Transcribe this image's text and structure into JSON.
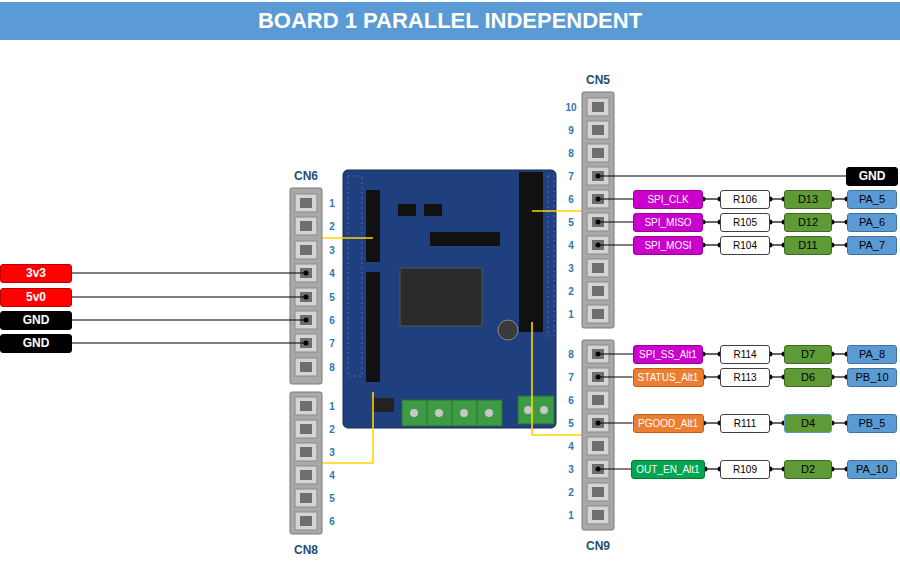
{
  "diagram": {
    "title": "BOARD 1 PARALLEL INDEPENDENT",
    "nodes": [
      {
        "text": [
          "3v3"
        ]
      },
      {
        "text": [
          "5v0"
        ]
      },
      {
        "text": [
          "GND"
        ]
      },
      {
        "text": [
          "GND"
        ]
      },
      {
        "text": [
          "GND"
        ]
      },
      {
        "text": [
          "SPI_CLK"
        ]
      },
      {
        "text": [
          "R106"
        ]
      },
      {
        "text": [
          "D13"
        ]
      },
      {
        "text": [
          "PA_5"
        ]
      },
      {
        "text": [
          "SPI_MISO"
        ]
      },
      {
        "text": [
          "R105"
        ]
      },
      {
        "text": [
          "D12"
        ]
      },
      {
        "text": [
          "PA_6"
        ]
      },
      {
        "text": [
          "SPI_MOSI"
        ]
      },
      {
        "text": [
          "R104"
        ]
      },
      {
        "text": [
          "D11"
        ]
      },
      {
        "text": [
          "PA_7"
        ]
      },
      {
        "text": [
          "SPI_SS_Alt1"
        ]
      },
      {
        "text": [
          "R114"
        ]
      },
      {
        "text": [
          "D7"
        ]
      },
      {
        "text": [
          "PA_8"
        ]
      },
      {
        "text": [
          "STATUS_Alt1"
        ]
      },
      {
        "text": [
          "R113"
        ]
      },
      {
        "text": [
          "D6"
        ]
      },
      {
        "text": [
          "PB_10"
        ]
      },
      {
        "text": [
          "PGOOD_Alt1"
        ]
      },
      {
        "text": [
          "R111"
        ]
      },
      {
        "text": [
          "D4"
        ]
      },
      {
        "text": [
          "PB_5"
        ]
      },
      {
        "text": [
          "OUT_EN_Alt1"
        ]
      },
      {
        "text": [
          "R109"
        ]
      },
      {
        "text": [
          "D2"
        ]
      },
      {
        "text": [
          "PA_10"
        ]
      }
    ],
    "edges": [
      {
        "from": 5,
        "to": 6,
        "arrow": "none"
      },
      {
        "from": 6,
        "to": 7,
        "arrow": "none"
      },
      {
        "from": 7,
        "to": 8,
        "arrow": "none"
      },
      {
        "from": 9,
        "to": 10,
        "arrow": "none"
      },
      {
        "from": 10,
        "to": 11,
        "arrow": "none"
      },
      {
        "from": 11,
        "to": 12,
        "arrow": "none"
      },
      {
        "from": 13,
        "to": 14,
        "arrow": "none"
      },
      {
        "from": 14,
        "to": 15,
        "arrow": "none"
      },
      {
        "from": 15,
        "to": 16,
        "arrow": "none"
      },
      {
        "from": 17,
        "to": 18,
        "arrow": "none"
      },
      {
        "from": 18,
        "to": 19,
        "arrow": "none"
      },
      {
        "from": 19,
        "to": 20,
        "arrow": "none"
      },
      {
        "from": 21,
        "to": 22,
        "arrow": "none"
      },
      {
        "from": 22,
        "to": 23,
        "arrow": "none"
      },
      {
        "from": 23,
        "to": 24,
        "arrow": "none"
      },
      {
        "from": 25,
        "to": 26,
        "arrow": "none"
      },
      {
        "from": 26,
        "to": 27,
        "arrow": "none"
      },
      {
        "from": 27,
        "to": 28,
        "arrow": "none"
      },
      {
        "from": 29,
        "to": 30,
        "arrow": "none"
      },
      {
        "from": 30,
        "to": 31,
        "arrow": "none"
      },
      {
        "from": 31,
        "to": 32,
        "arrow": "none"
      }
    ],
    "labels": [
      "CN6",
      "1",
      "2",
      "3",
      "4",
      "5",
      "6",
      "7",
      "8",
      "CN8",
      "1",
      "2",
      "3",
      "4",
      "5",
      "6",
      "CN5",
      "10",
      "9",
      "8",
      "7",
      "6",
      "5",
      "4",
      "3",
      "2",
      "1",
      "CN9",
      "8",
      "7",
      "6",
      "5",
      "4",
      "3",
      "2",
      "1"
    ]
  }
}
